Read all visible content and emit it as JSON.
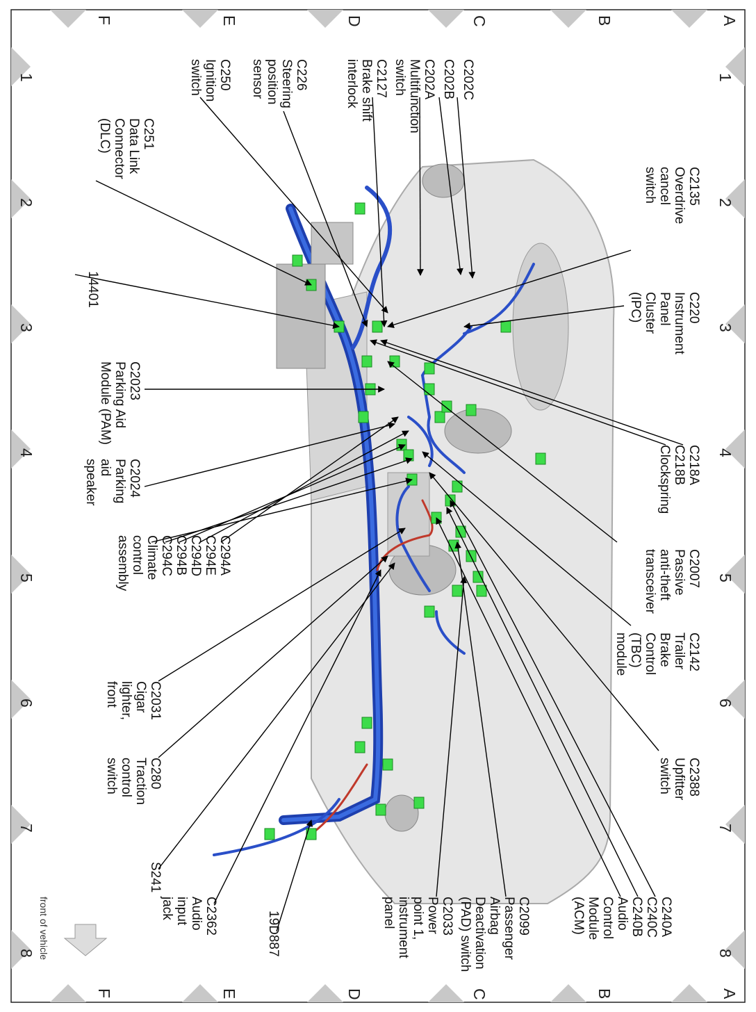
{
  "grid": {
    "rows": [
      "A",
      "B",
      "C",
      "D",
      "E",
      "F"
    ],
    "cols": [
      "1",
      "2",
      "3",
      "4",
      "5",
      "6",
      "7",
      "8"
    ]
  },
  "front_note": "front of vehicle",
  "callouts": [
    {
      "id": "c202c",
      "lines": [
        "C202C"
      ]
    },
    {
      "id": "c202b",
      "lines": [
        "C202B"
      ]
    },
    {
      "id": "c202a",
      "lines": [
        "C202A",
        "Multifunction",
        "switch"
      ]
    },
    {
      "id": "c2127",
      "lines": [
        "C2127",
        "Brake shift",
        "interlock"
      ]
    },
    {
      "id": "c226",
      "lines": [
        "C226",
        "Steering",
        "position",
        "sensor"
      ]
    },
    {
      "id": "c250",
      "lines": [
        "C250",
        "Ignition",
        "switch"
      ]
    },
    {
      "id": "c251",
      "lines": [
        "C251",
        "Data Link",
        "Connector",
        "(DLC)"
      ]
    },
    {
      "id": "n14401",
      "lines": [
        "14401"
      ]
    },
    {
      "id": "c2023",
      "lines": [
        "C2023",
        "Parking Aid",
        "Module (PAM)"
      ]
    },
    {
      "id": "c2024",
      "lines": [
        "C2024",
        "Parking",
        "aid",
        "speaker"
      ]
    },
    {
      "id": "c294",
      "lines": [
        "C294A",
        "C294E",
        "C294D",
        "C294B",
        "C294C",
        "Climate",
        "control",
        "assembly"
      ]
    },
    {
      "id": "c2031",
      "lines": [
        "C2031",
        "Cigar",
        "lighter,",
        "front"
      ]
    },
    {
      "id": "c280",
      "lines": [
        "C280",
        "Traction",
        "control",
        "switch"
      ]
    },
    {
      "id": "s241",
      "lines": [
        "S241"
      ]
    },
    {
      "id": "c2362",
      "lines": [
        "C2362",
        "Audio",
        "input",
        "jack"
      ]
    },
    {
      "id": "n19d887",
      "lines": [
        "19D887"
      ]
    },
    {
      "id": "c2033",
      "lines": [
        "C2033",
        "Power",
        "point 1,",
        "instrument",
        "panel"
      ]
    },
    {
      "id": "c2099",
      "lines": [
        "C2099",
        "Passenger",
        "Airbag",
        "Deactivation",
        "(PAD) switch"
      ]
    },
    {
      "id": "c240",
      "lines": [
        "C240A",
        "C240C",
        "C240B",
        "Audio",
        "Control",
        "Module",
        "(ACM)"
      ]
    },
    {
      "id": "c2388",
      "lines": [
        "C2388",
        "Upfitter",
        "switch"
      ]
    },
    {
      "id": "c2142",
      "lines": [
        "C2142",
        "Trailer",
        "Brake",
        "Control",
        "(TBC)",
        "module"
      ]
    },
    {
      "id": "c2007",
      "lines": [
        "C2007",
        "Passive",
        "anti-theft",
        "transceiver"
      ]
    },
    {
      "id": "c218",
      "lines": [
        "C218A",
        "C218B",
        "Clockspring"
      ]
    },
    {
      "id": "c220",
      "lines": [
        "C220",
        "Instrument",
        "Panel",
        "Cluster",
        "(IPC)"
      ]
    },
    {
      "id": "c2135",
      "lines": [
        "C2135",
        "Overdrive",
        "cancel",
        "switch"
      ]
    }
  ]
}
